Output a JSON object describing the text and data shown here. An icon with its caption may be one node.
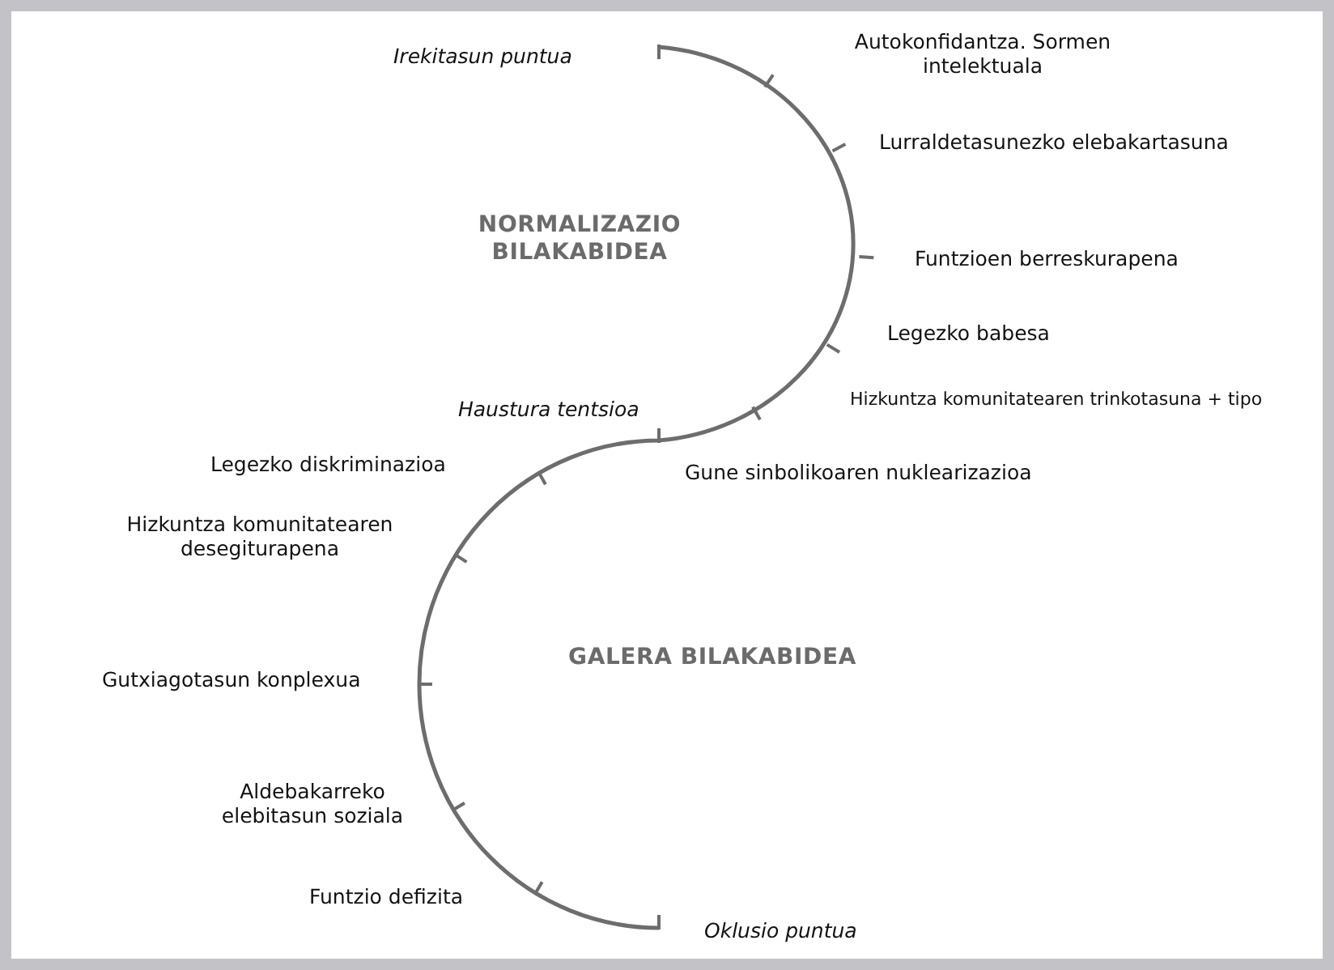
{
  "diagram": {
    "labels": [
      "Irekitasun puntua",
      "Autokonfidantza. Sormen intelektuala",
      "Lurraldetasunezko elebakartasuna",
      "NORMALIZAZIO BILAKABIDEA",
      "Funtzioen berreskurapena",
      "Legezko babesa",
      "Hizkuntza komunitatearen trinkotasuna + tipo",
      "Haustura tentsioa",
      "Legezko diskriminazioa",
      "Gune sinbolikoaren nuklearizazioa",
      "Hizkuntza komunitatearen desegiturapena",
      "GALERA BILAKABIDEA",
      "Gutxiagotasun konplexua",
      "Aldebakarreko elebitasun soziala",
      "Funtzio defizita",
      "Oklusio puntua"
    ]
  }
}
